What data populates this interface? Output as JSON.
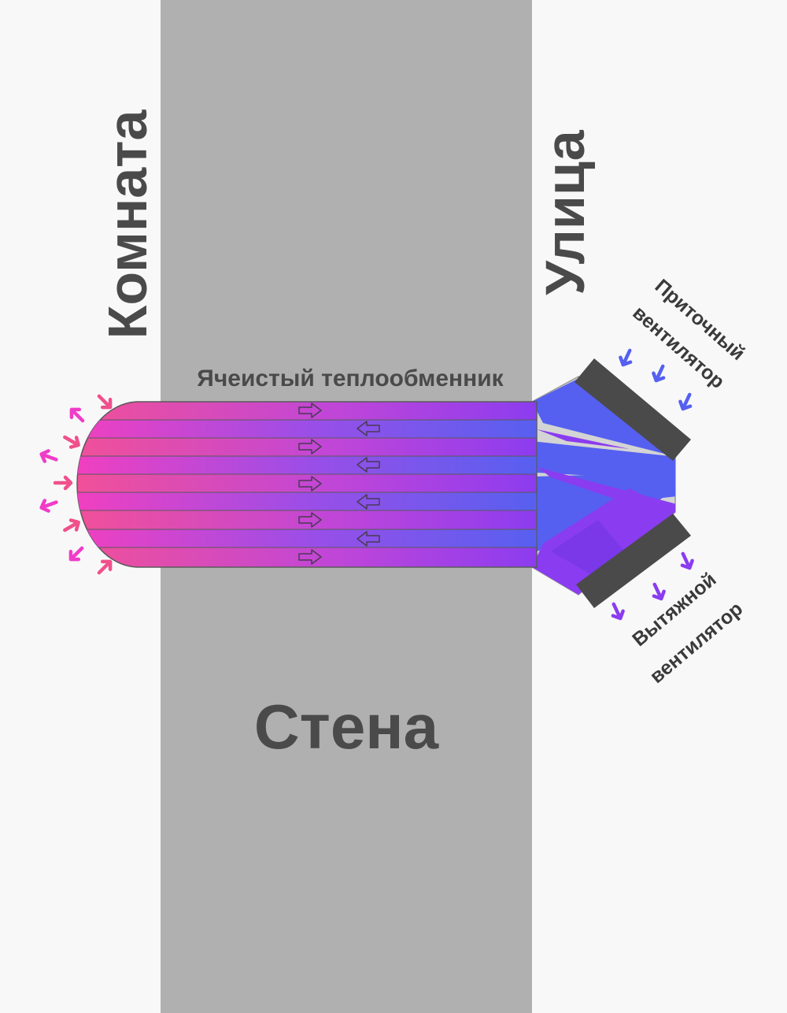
{
  "labels": {
    "room": "Комната",
    "street": "Улица",
    "wall": "Стена",
    "exchanger": "Ячеистый теплообменник",
    "supply_fan_line1": "Приточный",
    "supply_fan_line2": "вентилятор",
    "exhaust_fan_line1": "Вытяжной",
    "exhaust_fan_line2": "вентилятор"
  },
  "colors": {
    "background": "#f8f8f8",
    "wall": "#b0b0b0",
    "text": "#4a4a4a",
    "warm_air": "#f0509a",
    "mid_air": "#b040e0",
    "cold_air": "#5560f0",
    "exhaust_air": "#8a3cf0",
    "fan_body": "#4a4a4a",
    "housing": "#d4d4d4",
    "arrow_out": "#f03cc8",
    "arrow_in": "#f0508c"
  }
}
